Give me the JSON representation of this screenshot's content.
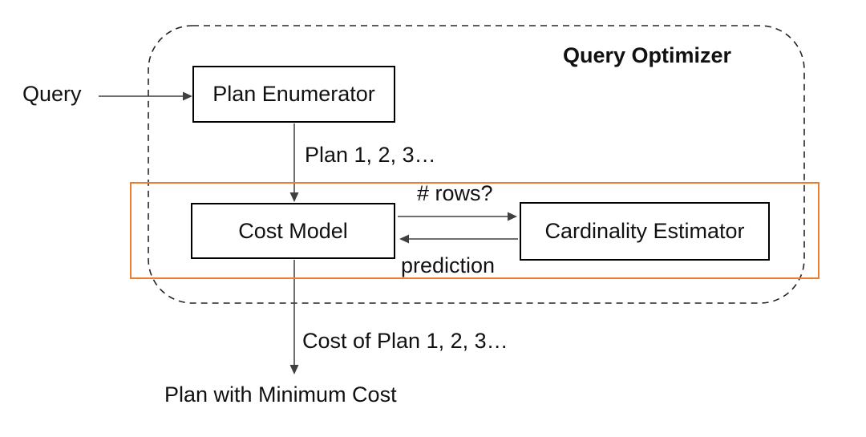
{
  "diagram": {
    "title": "Query Optimizer",
    "input": {
      "label": "Query"
    },
    "output": {
      "label": "Plan with Minimum Cost"
    },
    "nodes": {
      "plan_enumerator": "Plan Enumerator",
      "cost_model": "Cost Model",
      "cardinality_estimator": "Cardinality Estimator"
    },
    "edges": {
      "plans": "Plan 1, 2, 3…",
      "rows": "# rows?",
      "prediction": "prediction",
      "cost": "Cost of Plan 1, 2, 3…"
    },
    "colors": {
      "background": "#ffffff",
      "text": "#111111",
      "box_border": "#000000",
      "dashed_border": "#262626",
      "highlight_border": "#ED7D31",
      "arrow": "#3f3f3f"
    }
  }
}
